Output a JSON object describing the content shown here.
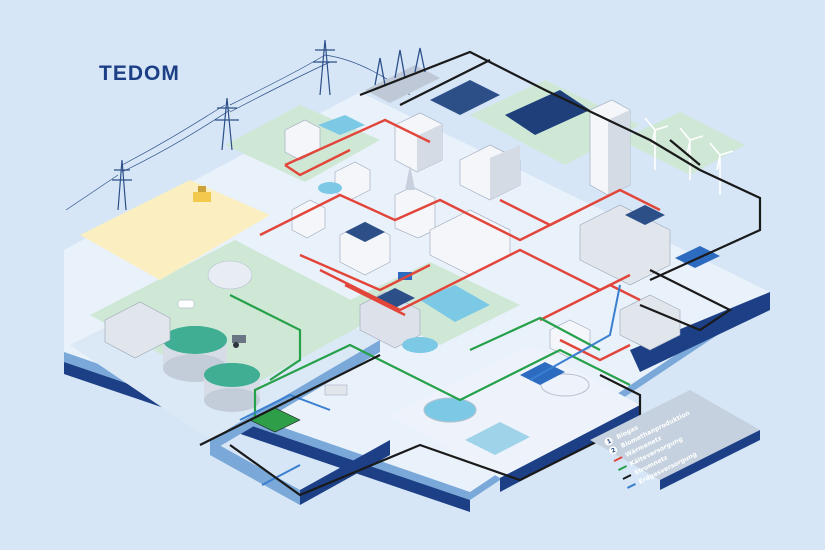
{
  "brand": {
    "logo_text": "TEDOM",
    "logo_color": "#1c3f86"
  },
  "colors": {
    "background": "#d6e6f6",
    "platform_top": "#e9f1fa",
    "platform_side": "#7aa8d8",
    "platform_edge": "#1c3f86",
    "grass": "#cfe8d6",
    "field": "#fbefc2",
    "line_black": "#1a1a1a",
    "line_red": "#e2453a",
    "line_green": "#27a04a",
    "line_blue": "#3a7fd0"
  },
  "legend": {
    "items": [
      {
        "number": "1",
        "label": "Biogas",
        "color": "#ffffff"
      },
      {
        "number": "2",
        "label": "Biomethanproduktion",
        "color": "#ffffff"
      },
      {
        "number": "",
        "label": "Wärmenetz",
        "color": "#e2453a"
      },
      {
        "number": "",
        "label": "Kälteversorgung",
        "color": "#27a04a"
      },
      {
        "number": "",
        "label": "Stromnetz",
        "color": "#1a1a1a"
      },
      {
        "number": "",
        "label": "Erdgasversorgung",
        "color": "#3a7fd0"
      }
    ]
  },
  "icons": [
    "power-pylon-icon",
    "substation-icon",
    "solar-panel-icon",
    "wind-turbine-icon",
    "house-icon",
    "church-icon",
    "office-tower-icon",
    "factory-icon",
    "biogas-tank-icon",
    "combine-harvester-icon",
    "cow-icon",
    "tractor-icon",
    "chp-unit-icon",
    "water-treatment-icon",
    "truck-icon",
    "bus-icon"
  ]
}
